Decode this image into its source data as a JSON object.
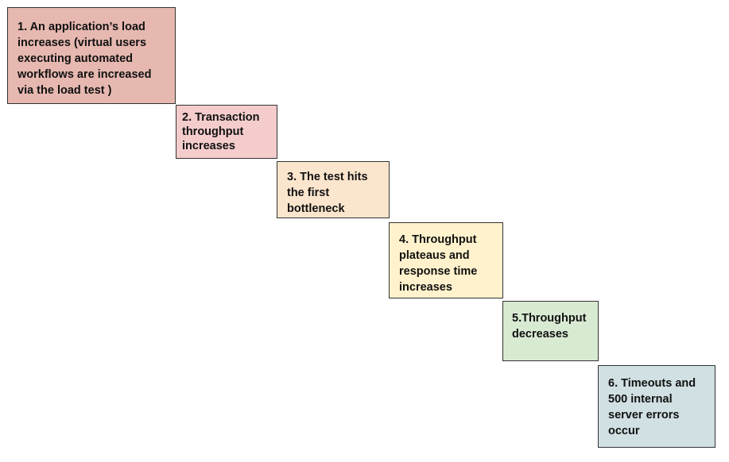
{
  "steps": [
    {
      "text": "1. An application’s load\nincreases (virtual users\nexecuting automated\nworkflows are increased\nvia the load test )",
      "color": "#e6b8b0"
    },
    {
      "text": "2. Transaction\nthroughput\nincreases",
      "color": "#f4cccc"
    },
    {
      "text": "3. The test hits\nthe first\nbottleneck",
      "color": "#fce5cd"
    },
    {
      "text": "4. Throughput\nplateaus and\nresponse time\nincreases",
      "color": "#fff2cc"
    },
    {
      "text": "5.Throughput\ndecreases",
      "color": "#d9ead3"
    },
    {
      "text": "6. Timeouts and\n500 internal\nserver errors\noccur",
      "color": "#d0e0e3"
    }
  ]
}
